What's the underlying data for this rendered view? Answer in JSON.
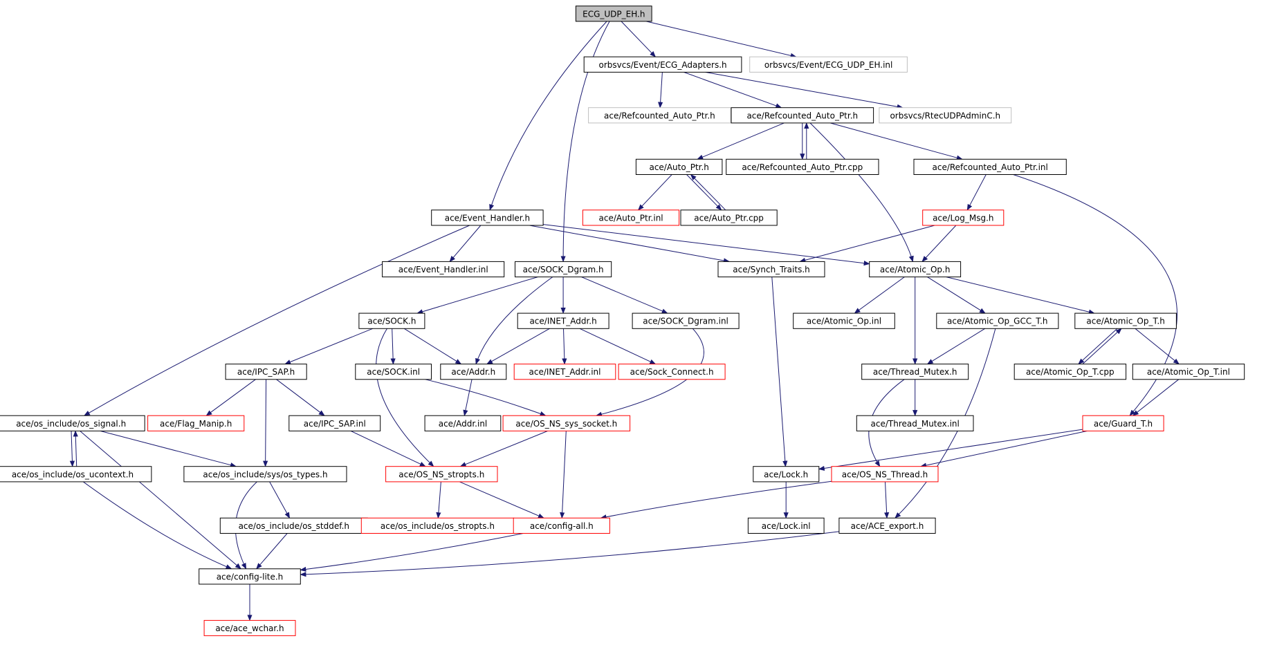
{
  "graph": {
    "colors": {
      "edge": "#191970",
      "normal_border": "#000000",
      "missing_border": "#ff0000",
      "external_border": "#bfbfbf",
      "root_fill": "#bfbfbf",
      "fill": "#ffffff",
      "text": "#000000"
    },
    "nodes": [
      {
        "id": "root",
        "label": "ECG_UDP_EH.h",
        "style": "root"
      },
      {
        "id": "ecg_adapters",
        "label": "orbsvcs/Event/ECG_Adapters.h",
        "style": "normal"
      },
      {
        "id": "ecg_udp_eh_inl",
        "label": "orbsvcs/Event/ECG_UDP_EH.inl",
        "style": "external"
      },
      {
        "id": "refc_ext",
        "label": "ace/Refcounted_Auto_Ptr.h",
        "style": "external"
      },
      {
        "id": "refc",
        "label": "ace/Refcounted_Auto_Ptr.h",
        "style": "normal"
      },
      {
        "id": "rtec",
        "label": "orbsvcs/RtecUDPAdminC.h",
        "style": "external"
      },
      {
        "id": "auto_ptr",
        "label": "ace/Auto_Ptr.h",
        "style": "normal"
      },
      {
        "id": "refc_cpp",
        "label": "ace/Refcounted_Auto_Ptr.cpp",
        "style": "normal"
      },
      {
        "id": "refc_inl",
        "label": "ace/Refcounted_Auto_Ptr.inl",
        "style": "normal"
      },
      {
        "id": "auto_ptr_inl",
        "label": "ace/Auto_Ptr.inl",
        "style": "missing"
      },
      {
        "id": "auto_ptr_cpp",
        "label": "ace/Auto_Ptr.cpp",
        "style": "normal"
      },
      {
        "id": "log_msg",
        "label": "ace/Log_Msg.h",
        "style": "missing"
      },
      {
        "id": "event_handler",
        "label": "ace/Event_Handler.h",
        "style": "normal"
      },
      {
        "id": "event_handler_inl",
        "label": "ace/Event_Handler.inl",
        "style": "normal"
      },
      {
        "id": "sock_dgram",
        "label": "ace/SOCK_Dgram.h",
        "style": "normal"
      },
      {
        "id": "synch_traits",
        "label": "ace/Synch_Traits.h",
        "style": "normal"
      },
      {
        "id": "atomic_op",
        "label": "ace/Atomic_Op.h",
        "style": "normal"
      },
      {
        "id": "sock",
        "label": "ace/SOCK.h",
        "style": "normal"
      },
      {
        "id": "inet_addr",
        "label": "ace/INET_Addr.h",
        "style": "normal"
      },
      {
        "id": "sock_dgram_inl",
        "label": "ace/SOCK_Dgram.inl",
        "style": "normal"
      },
      {
        "id": "atomic_op_inl",
        "label": "ace/Atomic_Op.inl",
        "style": "normal"
      },
      {
        "id": "atomic_gcc",
        "label": "ace/Atomic_Op_GCC_T.h",
        "style": "normal"
      },
      {
        "id": "atomic_t",
        "label": "ace/Atomic_Op_T.h",
        "style": "normal"
      },
      {
        "id": "ipc_sap",
        "label": "ace/IPC_SAP.h",
        "style": "normal"
      },
      {
        "id": "sock_inl",
        "label": "ace/SOCK.inl",
        "style": "normal"
      },
      {
        "id": "addr",
        "label": "ace/Addr.h",
        "style": "normal"
      },
      {
        "id": "inet_addr_inl",
        "label": "ace/INET_Addr.inl",
        "style": "missing"
      },
      {
        "id": "sock_connect",
        "label": "ace/Sock_Connect.h",
        "style": "missing"
      },
      {
        "id": "thread_mutex",
        "label": "ace/Thread_Mutex.h",
        "style": "normal"
      },
      {
        "id": "atomic_t_cpp",
        "label": "ace/Atomic_Op_T.cpp",
        "style": "normal"
      },
      {
        "id": "atomic_t_inl",
        "label": "ace/Atomic_Op_T.inl",
        "style": "normal"
      },
      {
        "id": "os_signal",
        "label": "ace/os_include/os_signal.h",
        "style": "normal"
      },
      {
        "id": "flag_manip",
        "label": "ace/Flag_Manip.h",
        "style": "missing"
      },
      {
        "id": "ipc_sap_inl",
        "label": "ace/IPC_SAP.inl",
        "style": "normal"
      },
      {
        "id": "addr_inl",
        "label": "ace/Addr.inl",
        "style": "normal"
      },
      {
        "id": "os_ns_sys_socket",
        "label": "ace/OS_NS_sys_socket.h",
        "style": "missing"
      },
      {
        "id": "thread_mutex_inl",
        "label": "ace/Thread_Mutex.inl",
        "style": "normal"
      },
      {
        "id": "guard_t",
        "label": "ace/Guard_T.h",
        "style": "missing"
      },
      {
        "id": "os_ucontext",
        "label": "ace/os_include/os_ucontext.h",
        "style": "normal"
      },
      {
        "id": "os_types",
        "label": "ace/os_include/sys/os_types.h",
        "style": "normal"
      },
      {
        "id": "os_ns_stropts",
        "label": "ace/OS_NS_stropts.h",
        "style": "missing"
      },
      {
        "id": "lock",
        "label": "ace/Lock.h",
        "style": "normal"
      },
      {
        "id": "os_ns_thread",
        "label": "ace/OS_NS_Thread.h",
        "style": "missing"
      },
      {
        "id": "os_stddef",
        "label": "ace/os_include/os_stddef.h",
        "style": "normal"
      },
      {
        "id": "os_stropts",
        "label": "ace/os_include/os_stropts.h",
        "style": "missing"
      },
      {
        "id": "config_all",
        "label": "ace/config-all.h",
        "style": "missing"
      },
      {
        "id": "lock_inl",
        "label": "ace/Lock.inl",
        "style": "normal"
      },
      {
        "id": "ace_export",
        "label": "ace/ACE_export.h",
        "style": "normal"
      },
      {
        "id": "config_lite",
        "label": "ace/config-lite.h",
        "style": "normal"
      },
      {
        "id": "ace_wchar",
        "label": "ace/ace_wchar.h",
        "style": "missing"
      }
    ],
    "edges": [
      [
        "root",
        "ecg_adapters"
      ],
      [
        "root",
        "ecg_udp_eh_inl"
      ],
      [
        "root",
        "event_handler"
      ],
      [
        "root",
        "sock_dgram"
      ],
      [
        "ecg_adapters",
        "refc_ext"
      ],
      [
        "ecg_adapters",
        "refc"
      ],
      [
        "ecg_adapters",
        "rtec"
      ],
      [
        "refc",
        "auto_ptr"
      ],
      [
        "refc",
        "refc_cpp"
      ],
      [
        "refc_cpp",
        "refc"
      ],
      [
        "refc",
        "refc_inl"
      ],
      [
        "refc",
        "atomic_op"
      ],
      [
        "auto_ptr",
        "auto_ptr_inl"
      ],
      [
        "auto_ptr",
        "auto_ptr_cpp"
      ],
      [
        "auto_ptr_cpp",
        "auto_ptr"
      ],
      [
        "refc_inl",
        "log_msg"
      ],
      [
        "refc_inl",
        "guard_t"
      ],
      [
        "log_msg",
        "synch_traits"
      ],
      [
        "log_msg",
        "atomic_op"
      ],
      [
        "event_handler",
        "event_handler_inl"
      ],
      [
        "event_handler",
        "atomic_op"
      ],
      [
        "event_handler",
        "synch_traits"
      ],
      [
        "event_handler",
        "os_signal"
      ],
      [
        "sock_dgram",
        "sock"
      ],
      [
        "sock_dgram",
        "inet_addr"
      ],
      [
        "sock_dgram",
        "sock_dgram_inl"
      ],
      [
        "sock_dgram",
        "addr"
      ],
      [
        "synch_traits",
        "lock"
      ],
      [
        "atomic_op",
        "atomic_op_inl"
      ],
      [
        "atomic_op",
        "atomic_gcc"
      ],
      [
        "atomic_op",
        "atomic_t"
      ],
      [
        "atomic_op",
        "thread_mutex"
      ],
      [
        "sock",
        "ipc_sap"
      ],
      [
        "sock",
        "sock_inl"
      ],
      [
        "sock",
        "addr"
      ],
      [
        "sock",
        "os_ns_stropts"
      ],
      [
        "inet_addr",
        "addr"
      ],
      [
        "inet_addr",
        "inet_addr_inl"
      ],
      [
        "inet_addr",
        "sock_connect"
      ],
      [
        "sock_dgram_inl",
        "os_ns_sys_socket"
      ],
      [
        "atomic_gcc",
        "thread_mutex"
      ],
      [
        "atomic_gcc",
        "ace_export"
      ],
      [
        "atomic_t",
        "atomic_t_cpp"
      ],
      [
        "atomic_t_cpp",
        "atomic_t"
      ],
      [
        "atomic_t",
        "atomic_t_inl"
      ],
      [
        "atomic_t_inl",
        "guard_t"
      ],
      [
        "ipc_sap",
        "flag_manip"
      ],
      [
        "ipc_sap",
        "ipc_sap_inl"
      ],
      [
        "ipc_sap",
        "os_types"
      ],
      [
        "sock_inl",
        "os_ns_sys_socket"
      ],
      [
        "addr",
        "addr_inl"
      ],
      [
        "ipc_sap_inl",
        "os_ns_stropts"
      ],
      [
        "os_ns_sys_socket",
        "os_ns_stropts"
      ],
      [
        "os_ns_sys_socket",
        "config_all"
      ],
      [
        "thread_mutex",
        "thread_mutex_inl"
      ],
      [
        "thread_mutex",
        "os_ns_thread"
      ],
      [
        "guard_t",
        "lock"
      ],
      [
        "guard_t",
        "os_ns_thread"
      ],
      [
        "os_signal",
        "os_ucontext"
      ],
      [
        "os_ucontext",
        "os_signal"
      ],
      [
        "os_signal",
        "os_types"
      ],
      [
        "os_signal",
        "config_lite"
      ],
      [
        "os_ucontext",
        "config_lite"
      ],
      [
        "os_types",
        "os_stddef"
      ],
      [
        "os_types",
        "config_lite"
      ],
      [
        "os_ns_stropts",
        "os_stropts"
      ],
      [
        "os_ns_stropts",
        "config_all"
      ],
      [
        "lock",
        "lock_inl"
      ],
      [
        "os_ns_thread",
        "config_all"
      ],
      [
        "os_ns_thread",
        "ace_export"
      ],
      [
        "os_stddef",
        "config_lite"
      ],
      [
        "config_all",
        "config_lite"
      ],
      [
        "ace_export",
        "config_lite"
      ],
      [
        "config_lite",
        "ace_wchar"
      ]
    ]
  }
}
